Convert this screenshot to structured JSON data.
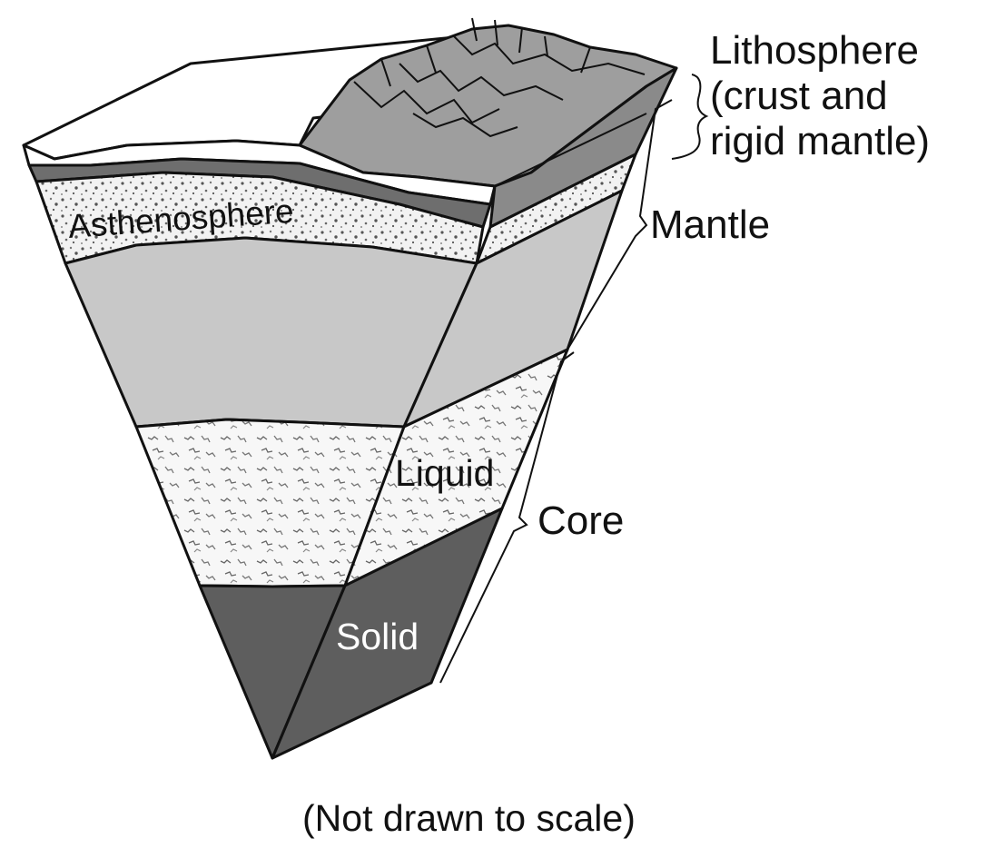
{
  "labels": {
    "lithosphere": [
      "Lithosphere",
      "(crust and",
      "rigid mantle)"
    ],
    "mantle": "Mantle",
    "asthenosphere": "Asthenosphere",
    "liquid": "Liquid",
    "core": "Core",
    "solid": "Solid",
    "scale_note": "(Not drawn to scale)"
  },
  "colors": {
    "outline": "#111111",
    "surface_land": "#9e9e9e",
    "crust_dark": "#6e6e6e",
    "rigid_mantle": "#8a8a8a",
    "lower_mantle": "#c8c8c8",
    "asthenosphere_fill": "#f2f2f2",
    "liquid_core_fill": "#f7f7f7",
    "solid_core": "#5e5e5e",
    "ocean_white": "#ffffff"
  }
}
